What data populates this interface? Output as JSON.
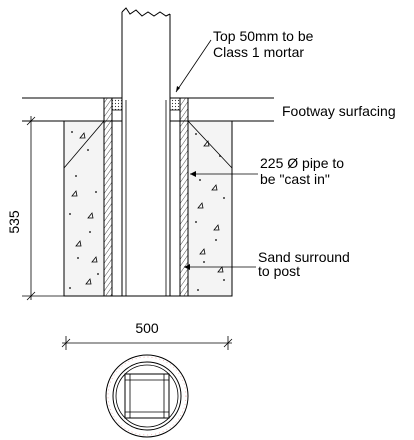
{
  "annotations": {
    "top_mortar_line1": "Top 50mm to be",
    "top_mortar_line2": "Class 1 mortar",
    "footway": "Footway surfacing",
    "pipe_line1": "225 Ø pipe to",
    "pipe_line2": "be \"cast in\"",
    "sand_line1": "Sand surround",
    "sand_line2": "to post"
  },
  "dimensions": {
    "depth": "535",
    "width": "500"
  },
  "colors": {
    "line": "#000000",
    "concrete_fill": "#f4f4f4",
    "plan_accent": "#e06a6a"
  }
}
